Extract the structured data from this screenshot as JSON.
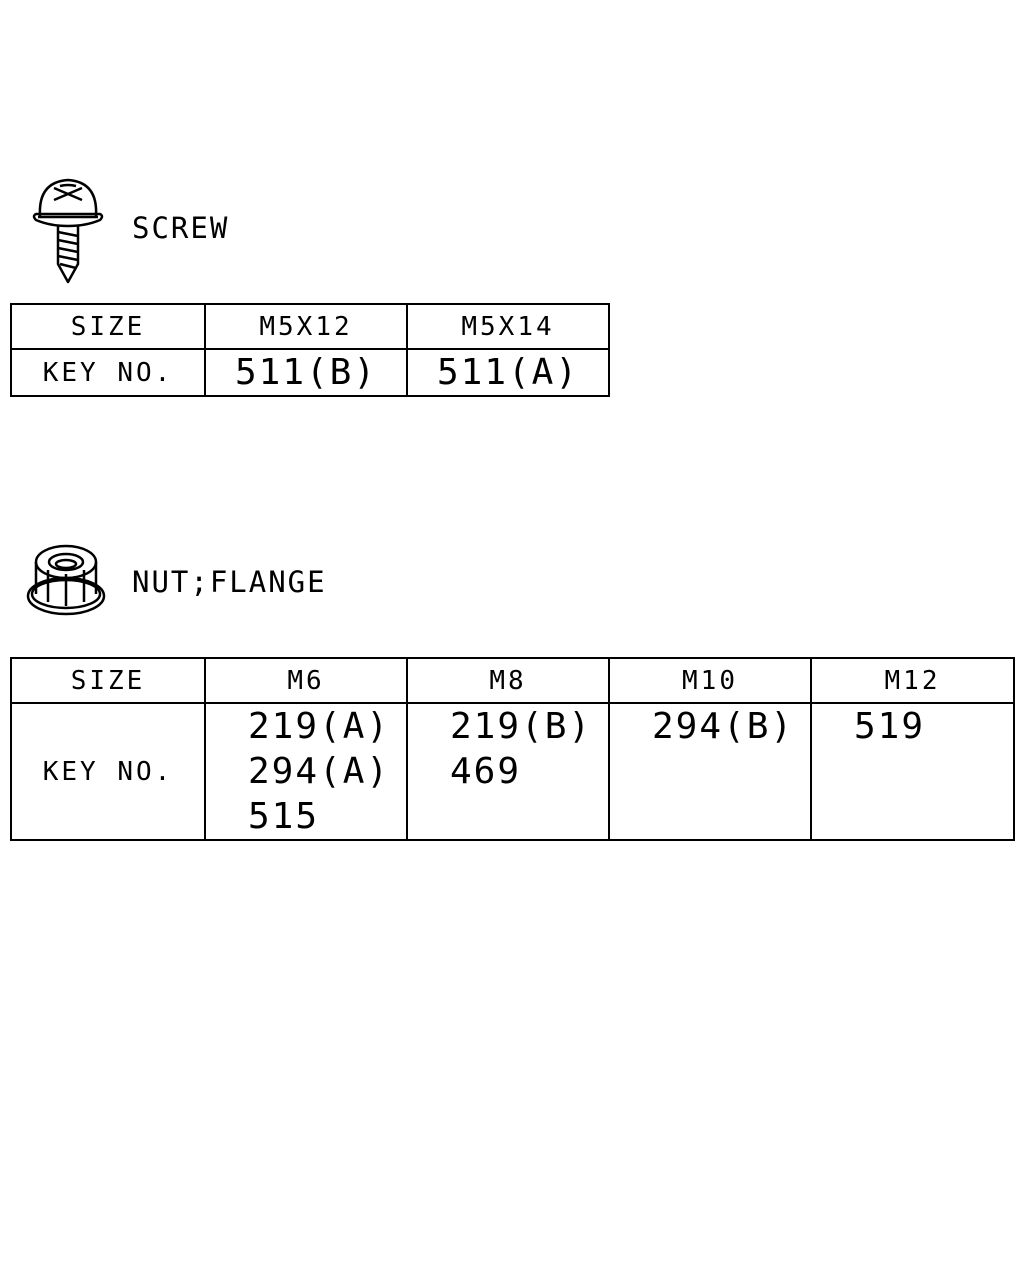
{
  "screw": {
    "icon": "screw-icon",
    "title": "SCREW",
    "size_label": "SIZE",
    "key_label": "KEY NO.",
    "sizes": [
      "M5X12",
      "M5X14"
    ],
    "keys": [
      "511(B)",
      "511(A)"
    ]
  },
  "nut": {
    "icon": "flange-nut-icon",
    "title": "NUT;FLANGE",
    "size_label": "SIZE",
    "key_label": "KEY NO.",
    "sizes": [
      "M6",
      "M8",
      "M10",
      "M12"
    ],
    "keys": [
      [
        "219(A)",
        "294(A)",
        "515"
      ],
      [
        "219(B)",
        "469"
      ],
      [
        "294(B)"
      ],
      [
        "519"
      ]
    ]
  }
}
